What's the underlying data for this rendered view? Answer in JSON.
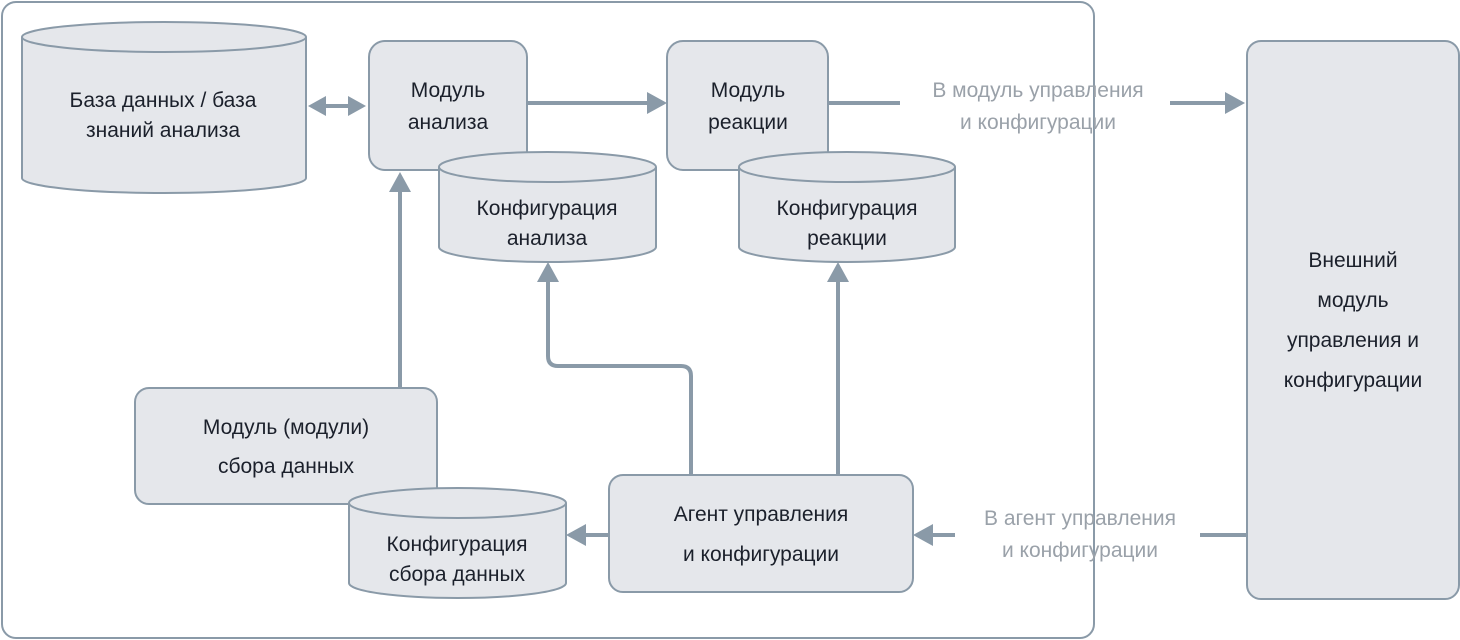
{
  "nodes": {
    "database": [
      "База данных / база",
      "знаний анализа"
    ],
    "analysis_module": [
      "Модуль",
      "анализа"
    ],
    "reaction_module": [
      "Модуль",
      "реакции"
    ],
    "analysis_config": [
      "Конфигурация",
      "анализа"
    ],
    "reaction_config": [
      "Конфигурация",
      "реакции"
    ],
    "external_module": [
      "Внешний",
      "модуль",
      "управления и",
      "конфигурации"
    ],
    "collection_module": [
      "Модуль (модули)",
      "сбора данных"
    ],
    "collection_config": [
      "Конфигурация",
      "сбора данных"
    ],
    "agent": [
      "Агент управления",
      "и конфигурации"
    ]
  },
  "edges": {
    "to_external": [
      "В модуль управления",
      "и конфигурации"
    ],
    "to_agent": [
      "В агент управления",
      "и конфигурации"
    ]
  },
  "colors": {
    "fill": "#e5e7eb",
    "stroke": "#8a9aa8",
    "text": "#1b202b",
    "label": "#9aa1a9"
  }
}
